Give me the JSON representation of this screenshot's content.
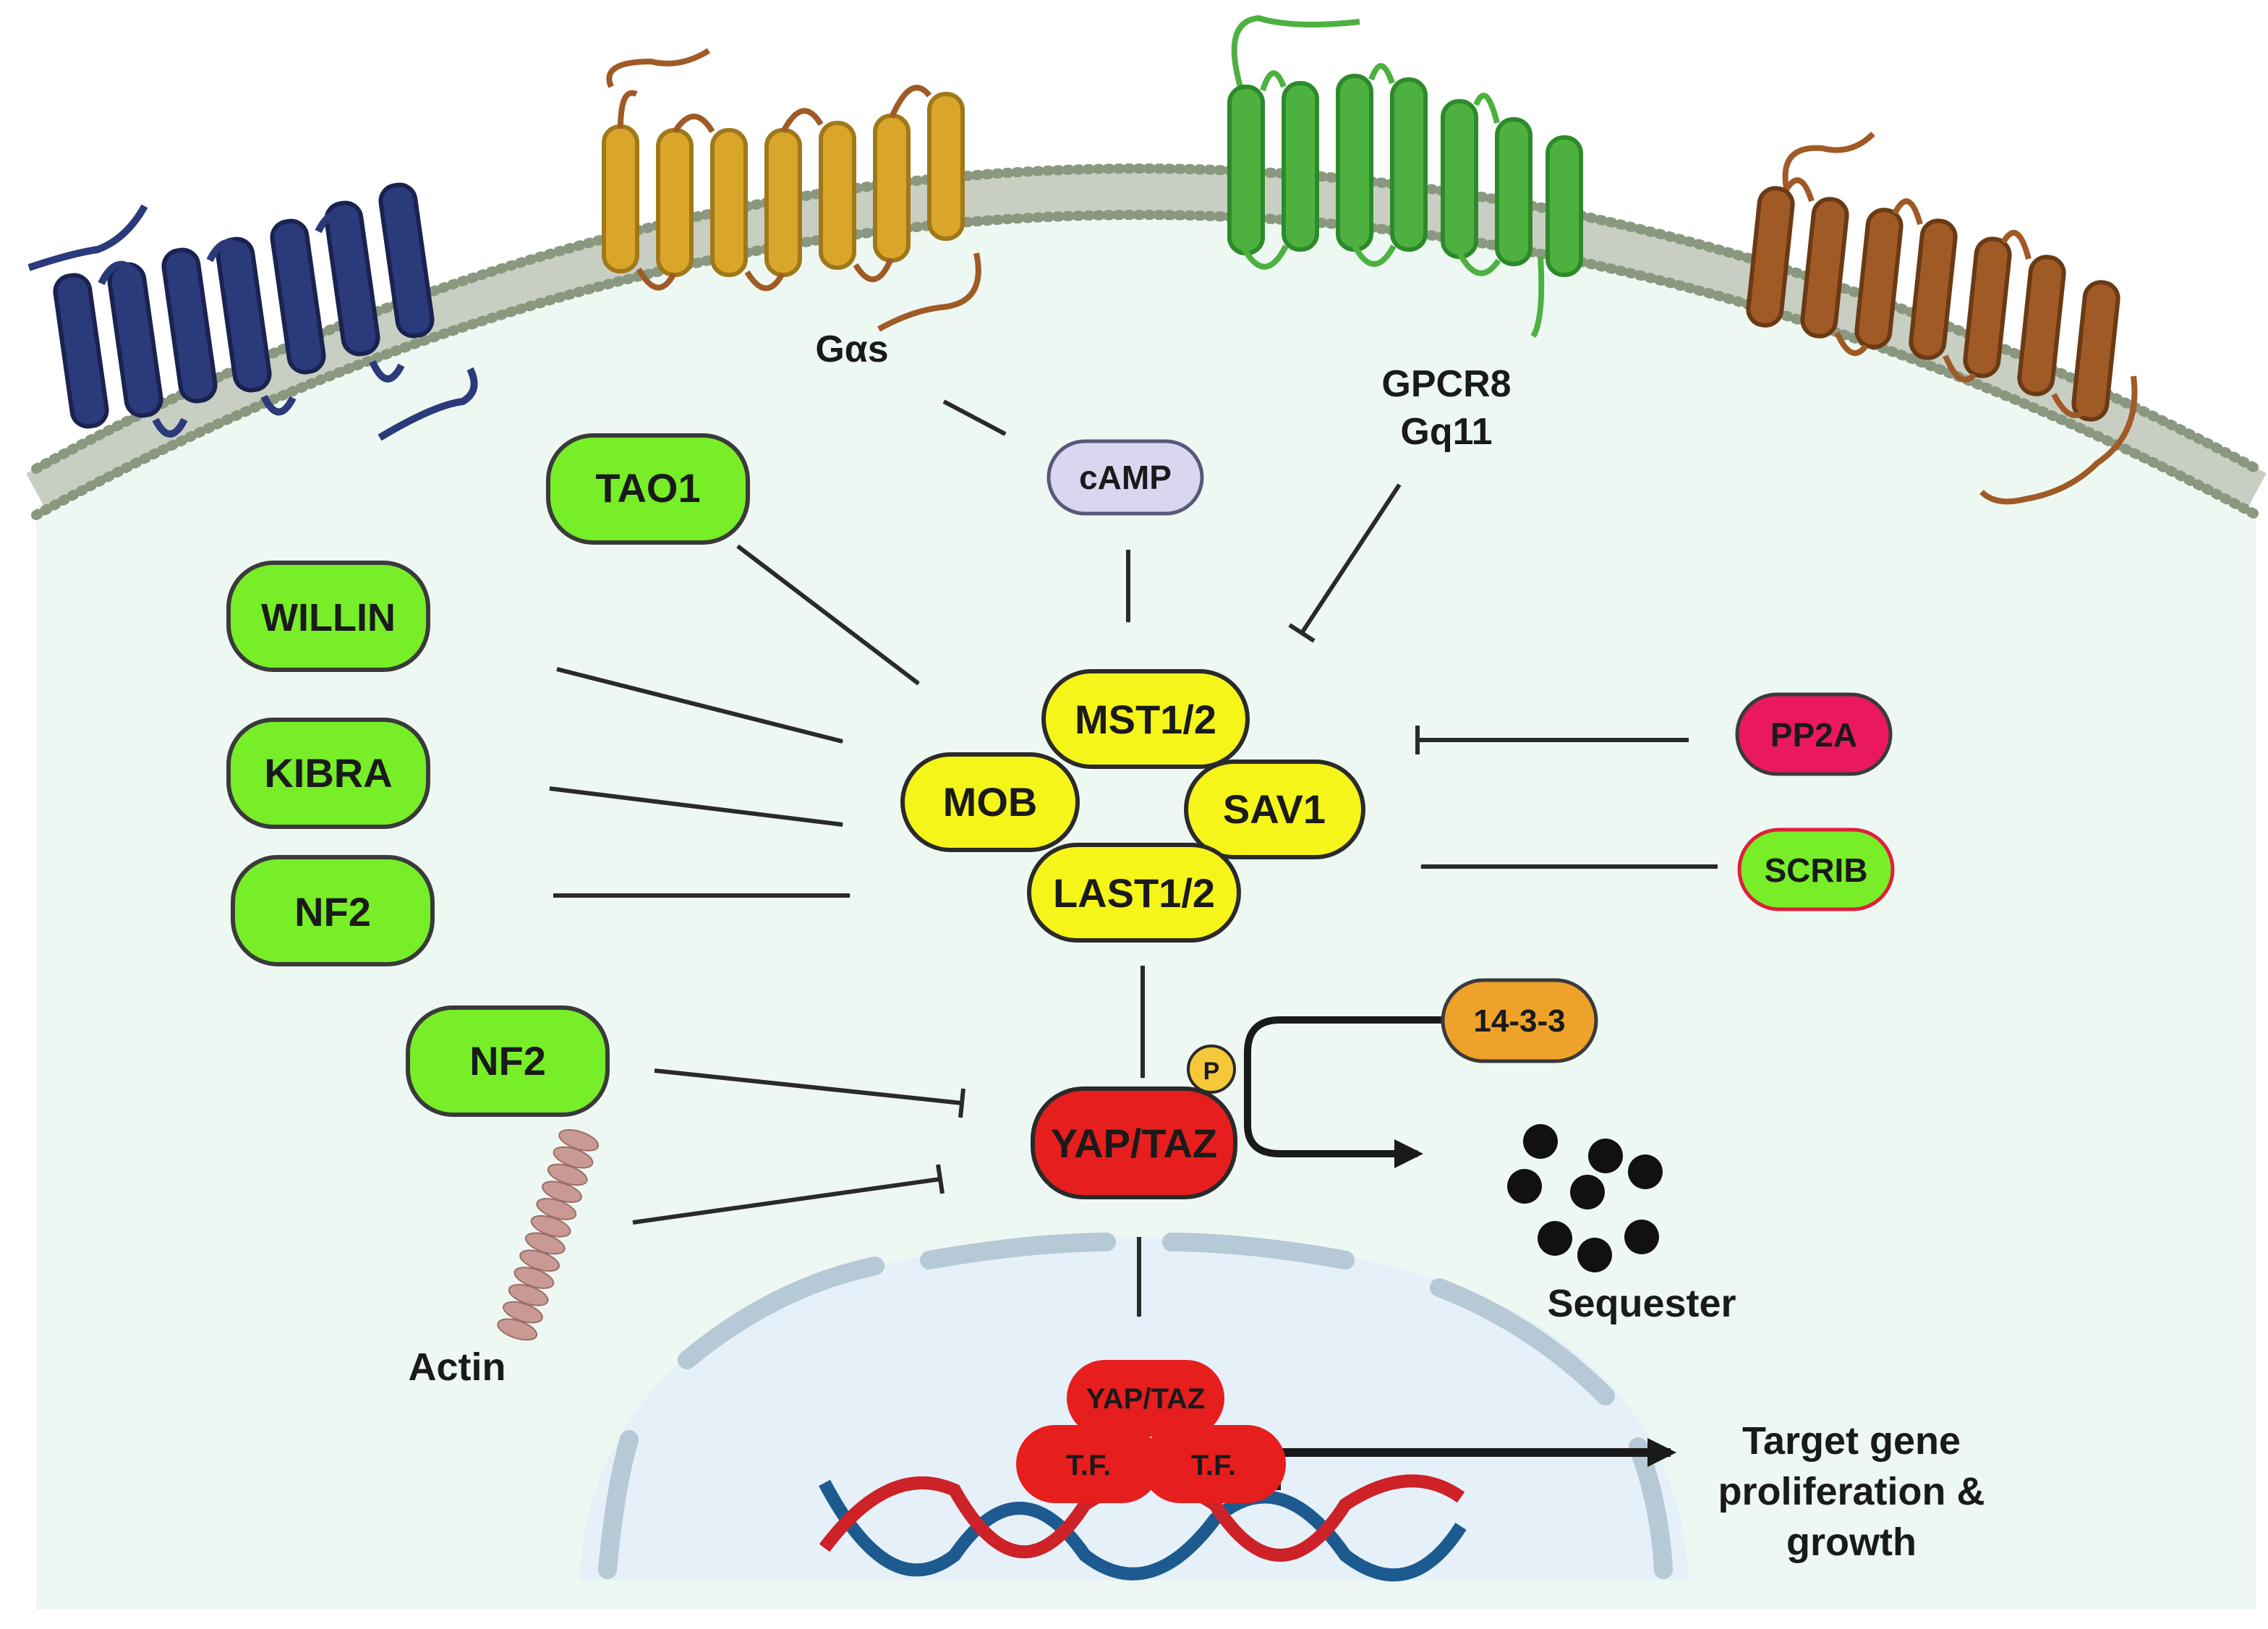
{
  "labels": {
    "gas": "Gαs",
    "camp": "cAMP",
    "gpcr8": "GPCR8",
    "gq11": "Gq11",
    "tao1": "TAO1",
    "willin": "WILLIN",
    "kibra": "KIBRA",
    "nf2_upper": "NF2",
    "nf2_lower": "NF2",
    "mst": "MST1/2",
    "mob": "MOB",
    "sav1": "SAV1",
    "last": "LAST1/2",
    "pp2a": "PP2A",
    "scrib": "SCRIB",
    "p": "P",
    "yaptaz": "YAP/TAZ",
    "p1433": "14-3-3",
    "sequester": "Sequester",
    "actin": "Actin",
    "yaptaz_nuclear": "YAP/TAZ",
    "tf_left": "T.F.",
    "tf_right": "T.F.",
    "target_line1": "Target gene",
    "target_line2": "proliferation &",
    "target_line3": "growth"
  },
  "colors": {
    "cytoplasm": "#eef8f3",
    "nucleus": "#e6f0f8",
    "membrane_head": "#8a9880",
    "receptor_navy": "#2b3a7a",
    "receptor_gold": "#d9a62a",
    "receptor_green": "#4db140",
    "receptor_brown": "#a05a26",
    "green_node": "#77ee28",
    "yellow_node": "#f5f51a",
    "camp_node": "#d9d7f0",
    "pp2a": "#ea1860",
    "scrib_fill": "#77ee28",
    "scrib_border": "#e21e3a",
    "orange_node": "#eea22a",
    "red_node": "#e61e1e",
    "phospho": "#f5c83a",
    "arrow": "#2a2a2a",
    "dna_red": "#cc2228",
    "dna_blue": "#1c5a8f"
  }
}
